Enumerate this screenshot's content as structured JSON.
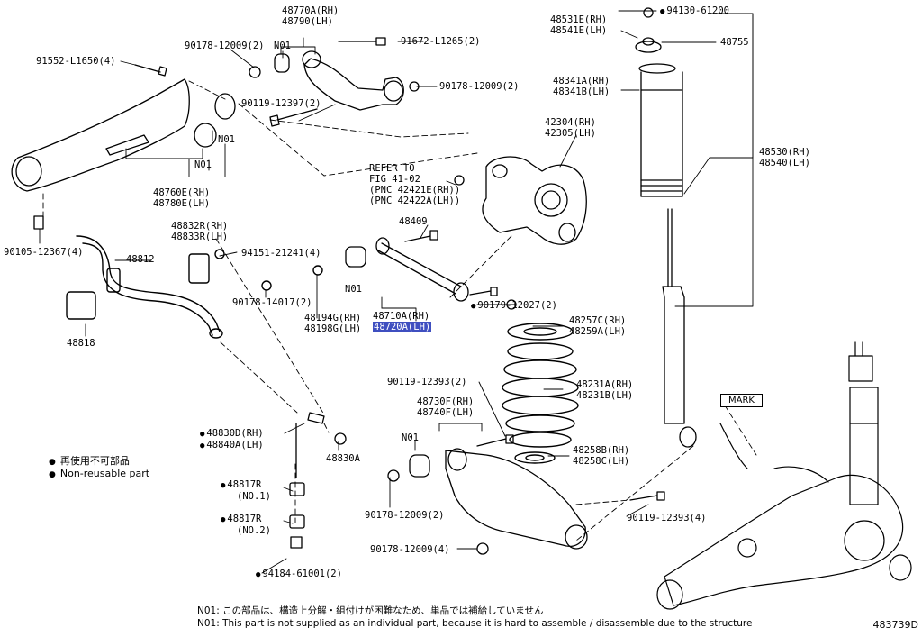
{
  "labels": {
    "p48770a": "48770A(RH)",
    "p48790": "48790(LH)",
    "p91552": "91552-L1650(4)",
    "p90178_upper": "90178-12009(2)",
    "n01_a": "N01",
    "p91672": "91672-L1265(2)",
    "p90178_right": "90178-12009(2)",
    "p90119_12397": "90119-12397(2)",
    "n01_b": "N01",
    "n01_c": "N01",
    "p48760e": "48760E(RH)",
    "p48780e": "48780E(LH)",
    "p90105": "90105-12367(4)",
    "p48812": "48812",
    "p48832r": "48832R(RH)",
    "p48833r": "48833R(LH)",
    "p94151": "94151-21241(4)",
    "p90178_14017": "90178-14017(2)",
    "p48818": "48818",
    "p48531e": "48531E(RH)",
    "p48541e": "48541E(LH)",
    "p94130": "94130-61200",
    "p48755": "48755",
    "p48341a": "48341A(RH)",
    "p48341b": "48341B(LH)",
    "p42304": "42304(RH)",
    "p42305": "42305(LH)",
    "refer1": "REFER TO",
    "refer2": "FIG 41-02",
    "refer3": "(PNC 42421E(RH))",
    "refer4": "(PNC 42422A(LH))",
    "p48409": "48409",
    "p48530": "48530(RH)",
    "p48540": "48540(LH)",
    "n01_d": "N01",
    "p48194g": "48194G(RH)",
    "p48198g": "48198G(LH)",
    "p48710a": "48710A(RH)",
    "p48720a": "48720A(LH)",
    "p90179": "90179-12027(2)",
    "p48257c": "48257C(RH)",
    "p48259a": "48259A(LH)",
    "p48231a": "48231A(RH)",
    "p48231b": "48231B(LH)",
    "p90119_12393_a": "90119-12393(2)",
    "p48730f": "48730F(RH)",
    "p48740f": "48740F(LH)",
    "n01_e": "N01",
    "p48830d": "48830D(RH)",
    "p48840a": "48840A(LH)",
    "p48830a": "48830A",
    "p48258b": "48258B(RH)",
    "p48258c": "48258C(LH)",
    "p48817r_1": "48817R",
    "no1": "(NO.1)",
    "p48817r_2": "48817R",
    "no2": "(NO.2)",
    "p90178_lower": "90178-12009(2)",
    "p90119_12393_b": "90119-12393(4)",
    "p90178_12009_4": "90178-12009(4)",
    "p94184": "94184-61001(2)"
  },
  "mark_label": "MARK",
  "legend": {
    "jp": "再使用不可部品",
    "en": "Non-reusable part"
  },
  "notes": {
    "jp": "N01: この部品は、構造上分解・組付けが困難なため、単品では補給していません",
    "en": "N01: This part is not supplied as an individual part, because it is hard to assemble / disassemble due to the structure"
  },
  "figure_code": "483739D",
  "colors": {
    "highlight": "#3f4fc0",
    "line": "#000000"
  }
}
